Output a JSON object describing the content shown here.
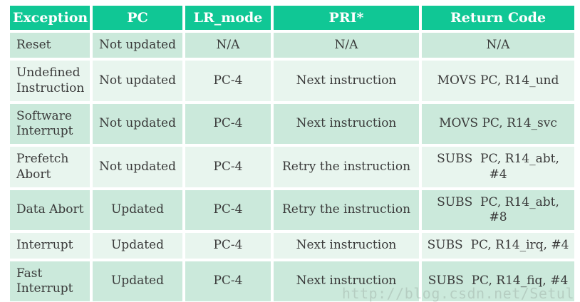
{
  "table": {
    "columns": [
      "Exception",
      "PC",
      "LR_mode",
      "PRI*",
      "Return Code"
    ],
    "rows": [
      {
        "cells": [
          "Reset",
          "Not updated",
          "N/A",
          "N/A",
          "N/A"
        ]
      },
      {
        "cells": [
          "Undefined Instruction",
          "Not updated",
          "PC-4",
          "Next instruction",
          "MOVS PC, R14_und"
        ]
      },
      {
        "cells": [
          "Software Interrupt",
          "Not updated",
          "PC-4",
          "Next instruction",
          "MOVS PC, R14_svc"
        ]
      },
      {
        "cells": [
          "Prefetch Abort",
          "Not updated",
          "PC-4",
          "Retry the instruction",
          "SUBS  PC, R14_abt, #4"
        ]
      },
      {
        "cells": [
          "Data Abort",
          "Updated",
          "PC-4",
          "Retry the instruction",
          "SUBS  PC, R14_abt, #8"
        ]
      },
      {
        "cells": [
          "Interrupt",
          "Updated",
          "PC-4",
          "Next instruction",
          "SUBS  PC, R14_irq, #4"
        ]
      },
      {
        "cells": [
          "Fast Interrupt",
          "Updated",
          "PC-4",
          "Next instruction",
          "SUBS  PC, R14_fiq, #4"
        ]
      }
    ]
  },
  "watermark": {
    "text": "http://blog.csdn.net/Setul"
  },
  "colors": {
    "header_bg": "#10C795",
    "header_text": "#FFFFFF",
    "row_dark": "#CBE9DB",
    "row_light": "#E8F5EE",
    "body_text": "#3A3A3A",
    "watermark": "#A9BDB3"
  }
}
